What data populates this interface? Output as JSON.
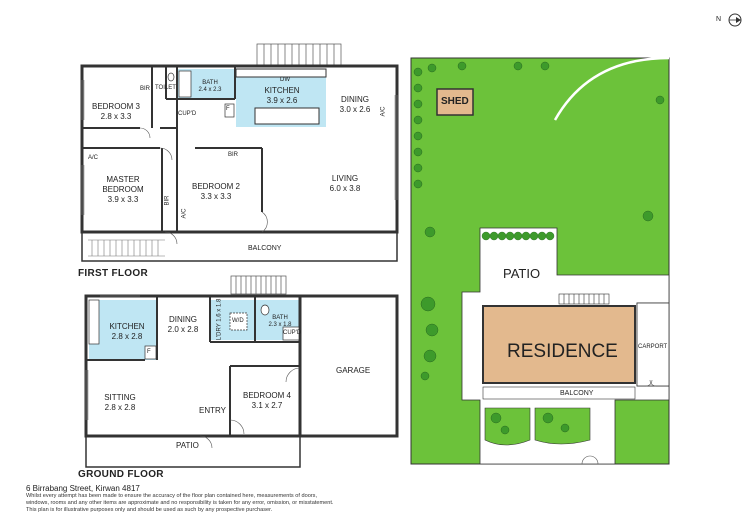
{
  "compass": {
    "label": "N"
  },
  "first_floor": {
    "title": "FIRST FLOOR",
    "rooms": {
      "bedroom3": {
        "name": "BEDROOM 3",
        "size": "2.8 x 3.3"
      },
      "bir1": "BIR",
      "toilet": "TOILET",
      "bath": {
        "name": "BATH",
        "size": "2.4 x 2.3"
      },
      "cupd": "CUP'D",
      "f": "F",
      "dw": "DW",
      "kitchen": {
        "name": "KITCHEN",
        "size": "3.9 x 2.6"
      },
      "dining": {
        "name": "DINING",
        "size": "3.0 x 2.6"
      },
      "ac_right": "A/C",
      "ac_left": "A/C",
      "master": {
        "name": "MASTER",
        "name2": "BEDROOM",
        "size": "3.9 x 3.3"
      },
      "bedroom2": {
        "name": "BEDROOM 2",
        "size": "3.3 x 3.3"
      },
      "bir2": "BIR",
      "bir3": "BIR",
      "ac_mid": "A/C",
      "living": {
        "name": "LIVING",
        "size": "6.0 x 3.8"
      },
      "balcony": "BALCONY"
    }
  },
  "ground_floor": {
    "title": "GROUND FLOOR",
    "rooms": {
      "kitchen": {
        "name": "KITCHEN",
        "size": "2.8 x 2.8"
      },
      "f": "F",
      "dining": {
        "name": "DINING",
        "size": "2.0 x 2.8"
      },
      "ldry": {
        "name": "L'DRY",
        "size": "1.6 x 1.8"
      },
      "wd": "W/D",
      "bath": {
        "name": "BATH",
        "size": "2.3 x 1.8"
      },
      "cupd": "CUP'D",
      "garage": "GARAGE",
      "sitting": {
        "name": "SITTING",
        "size": "2.8 x 2.8"
      },
      "bedroom4": {
        "name": "BEDROOM 4",
        "size": "3.1 x 2.7"
      },
      "entry": "ENTRY",
      "patio": "PATIO"
    }
  },
  "site_plan": {
    "shed": "SHED",
    "patio": "PATIO",
    "residence": "RESIDENCE",
    "carport": "CARPORT",
    "balcony": "BALCONY"
  },
  "colors": {
    "lawn": "#6cc23a",
    "tree": "#3d9a2b",
    "shed": "#e3b98e",
    "residence": "#e3b98e",
    "water": "#bfe6f3"
  },
  "footer": {
    "address": "6 Birrabang Street, Kirwan 4817",
    "disclaimer1": "Whilst every attempt has been made to ensure the accuracy of the floor plan contained here, measurements of doors,",
    "disclaimer2": "windows, rooms and any other items are approximate and no responsibility is taken for any error, omission, or misstatement.",
    "disclaimer3": "This plan is for illustrative purposes only and should be used as such by any prospective purchaser."
  }
}
